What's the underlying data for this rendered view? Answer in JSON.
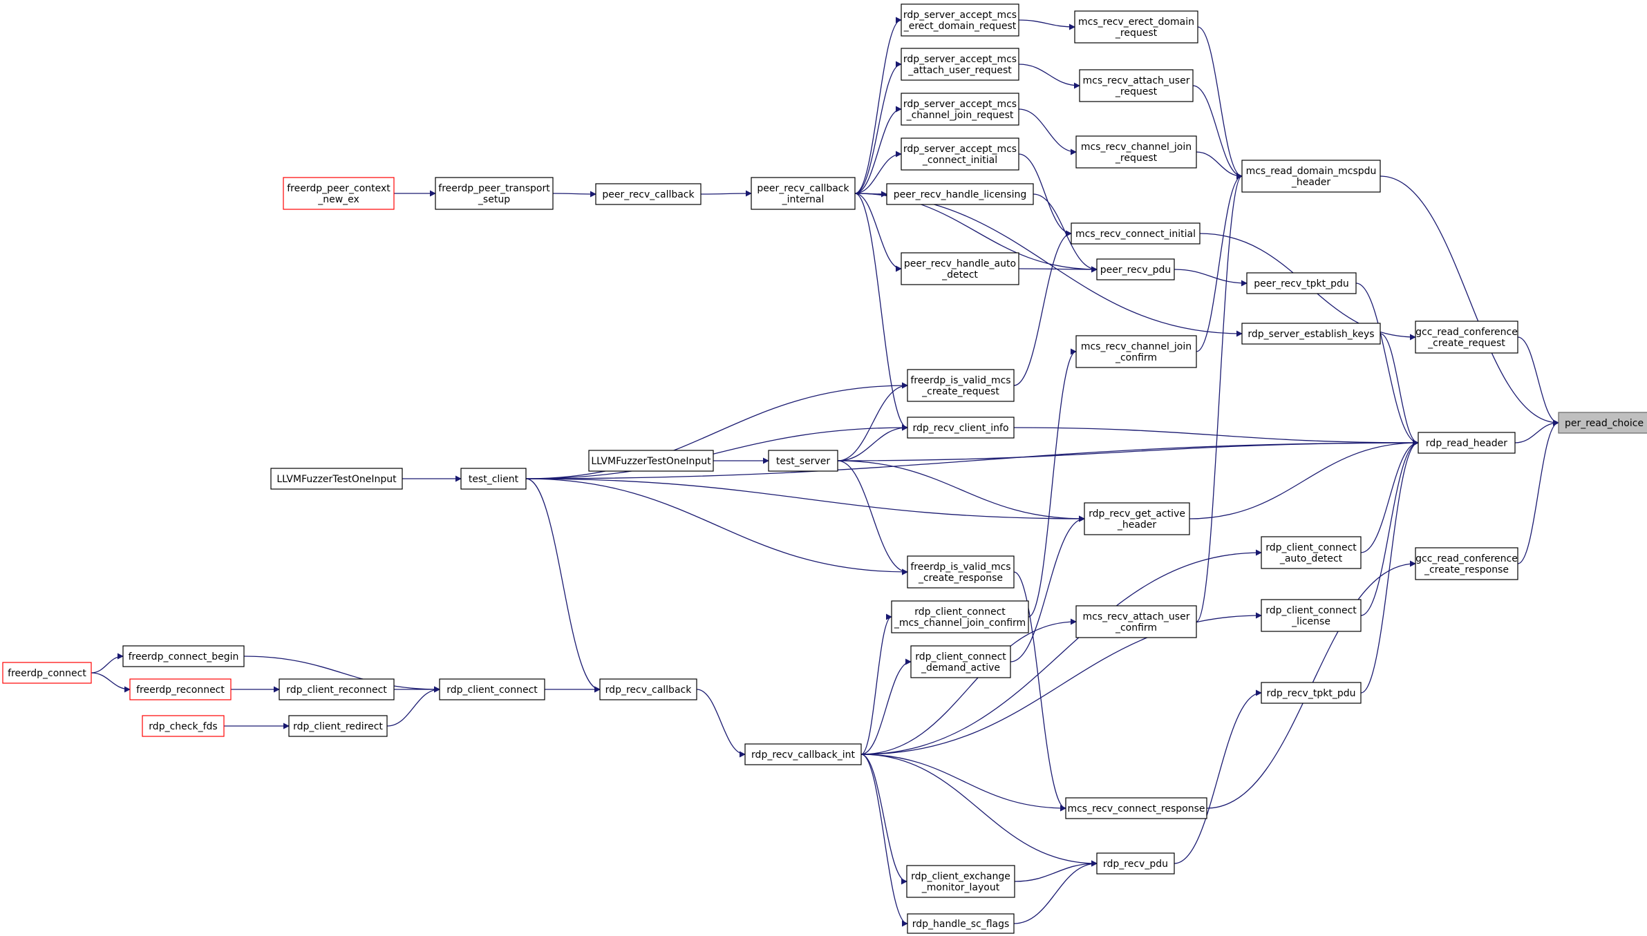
{
  "root": "per_read_choice",
  "colors": {
    "edge": "#191970",
    "node_border": "#000000",
    "truncated_border": "#ff0000",
    "root_fill": "#bfbfbf"
  },
  "nodes": [
    {
      "id": "per_read_choice",
      "lines": [
        "per_read_choice"
      ],
      "root": true
    },
    {
      "id": "rdp_read_header",
      "lines": [
        "rdp_read_header"
      ]
    },
    {
      "id": "gcc_read_conference_create_request",
      "lines": [
        "gcc_read_conference",
        "_create_request"
      ]
    },
    {
      "id": "gcc_read_conference_create_response",
      "lines": [
        "gcc_read_conference",
        "_create_response"
      ]
    },
    {
      "id": "mcs_read_domain_mcspdu_header",
      "lines": [
        "mcs_read_domain_mcspdu",
        "_header"
      ]
    },
    {
      "id": "mcs_recv_erect_domain_request",
      "lines": [
        "mcs_recv_erect_domain",
        "_request"
      ]
    },
    {
      "id": "mcs_recv_attach_user_request",
      "lines": [
        "mcs_recv_attach_user",
        "_request"
      ]
    },
    {
      "id": "mcs_recv_channel_join_request",
      "lines": [
        "mcs_recv_channel_join",
        "_request"
      ]
    },
    {
      "id": "mcs_recv_connect_initial",
      "lines": [
        "mcs_recv_connect_initial"
      ]
    },
    {
      "id": "peer_recv_pdu",
      "lines": [
        "peer_recv_pdu"
      ]
    },
    {
      "id": "peer_recv_tpkt_pdu",
      "lines": [
        "peer_recv_tpkt_pdu"
      ]
    },
    {
      "id": "rdp_server_establish_keys",
      "lines": [
        "rdp_server_establish_keys"
      ]
    },
    {
      "id": "mcs_recv_channel_join_confirm",
      "lines": [
        "mcs_recv_channel_join",
        "_confirm"
      ]
    },
    {
      "id": "rdp_recv_client_info",
      "lines": [
        "rdp_recv_client_info"
      ]
    },
    {
      "id": "rdp_recv_get_active_header",
      "lines": [
        "rdp_recv_get_active",
        "_header"
      ]
    },
    {
      "id": "rdp_client_connect_auto_detect",
      "lines": [
        "rdp_client_connect",
        "_auto_detect"
      ]
    },
    {
      "id": "rdp_client_connect_license",
      "lines": [
        "rdp_client_connect",
        "_license"
      ]
    },
    {
      "id": "rdp_recv_tpkt_pdu",
      "lines": [
        "rdp_recv_tpkt_pdu"
      ]
    },
    {
      "id": "mcs_recv_attach_user_confirm",
      "lines": [
        "mcs_recv_attach_user",
        "_confirm"
      ]
    },
    {
      "id": "mcs_recv_connect_response",
      "lines": [
        "mcs_recv_connect_response"
      ]
    },
    {
      "id": "rdp_recv_pdu",
      "lines": [
        "rdp_recv_pdu"
      ]
    },
    {
      "id": "rdp_server_accept_mcs_erect_domain_request",
      "lines": [
        "rdp_server_accept_mcs",
        "_erect_domain_request"
      ]
    },
    {
      "id": "rdp_server_accept_mcs_attach_user_request",
      "lines": [
        "rdp_server_accept_mcs",
        "_attach_user_request"
      ]
    },
    {
      "id": "rdp_server_accept_mcs_channel_join_request",
      "lines": [
        "rdp_server_accept_mcs",
        "_channel_join_request"
      ]
    },
    {
      "id": "rdp_server_accept_mcs_connect_initial",
      "lines": [
        "rdp_server_accept_mcs",
        "_connect_initial"
      ]
    },
    {
      "id": "peer_recv_handle_licensing",
      "lines": [
        "peer_recv_handle_licensing"
      ]
    },
    {
      "id": "peer_recv_handle_auto_detect",
      "lines": [
        "peer_recv_handle_auto",
        "_detect"
      ]
    },
    {
      "id": "freerdp_is_valid_mcs_create_request",
      "lines": [
        "freerdp_is_valid_mcs",
        "_create_request"
      ]
    },
    {
      "id": "freerdp_is_valid_mcs_create_response",
      "lines": [
        "freerdp_is_valid_mcs",
        "_create_response"
      ]
    },
    {
      "id": "rdp_client_connect_mcs_channel_join_confirm",
      "lines": [
        "rdp_client_connect",
        "_mcs_channel_join_confirm"
      ]
    },
    {
      "id": "rdp_client_connect_demand_active",
      "lines": [
        "rdp_client_connect",
        "_demand_active"
      ]
    },
    {
      "id": "rdp_client_exchange_monitor_layout",
      "lines": [
        "rdp_client_exchange",
        "_monitor_layout"
      ]
    },
    {
      "id": "rdp_handle_sc_flags",
      "lines": [
        "rdp_handle_sc_flags"
      ]
    },
    {
      "id": "peer_recv_callback_internal",
      "lines": [
        "peer_recv_callback",
        "_internal"
      ]
    },
    {
      "id": "test_server",
      "lines": [
        "test_server"
      ]
    },
    {
      "id": "rdp_recv_callback_int",
      "lines": [
        "rdp_recv_callback_int"
      ]
    },
    {
      "id": "peer_recv_callback",
      "lines": [
        "peer_recv_callback"
      ]
    },
    {
      "id": "LLVMFuzzerTestOneInput_server",
      "lines": [
        "LLVMFuzzerTestOneInput"
      ]
    },
    {
      "id": "test_client",
      "lines": [
        "test_client"
      ]
    },
    {
      "id": "rdp_recv_callback",
      "lines": [
        "rdp_recv_callback"
      ]
    },
    {
      "id": "freerdp_peer_transport_setup",
      "lines": [
        "freerdp_peer_transport",
        "_setup"
      ]
    },
    {
      "id": "LLVMFuzzerTestOneInput_client",
      "lines": [
        "LLVMFuzzerTestOneInput"
      ]
    },
    {
      "id": "rdp_client_connect",
      "lines": [
        "rdp_client_connect"
      ]
    },
    {
      "id": "freerdp_peer_context_new_ex",
      "lines": [
        "freerdp_peer_context",
        "_new_ex"
      ],
      "truncated": true
    },
    {
      "id": "freerdp_connect_begin",
      "lines": [
        "freerdp_connect_begin"
      ]
    },
    {
      "id": "rdp_client_reconnect",
      "lines": [
        "rdp_client_reconnect"
      ]
    },
    {
      "id": "rdp_client_redirect",
      "lines": [
        "rdp_client_redirect"
      ]
    },
    {
      "id": "freerdp_reconnect",
      "lines": [
        "freerdp_reconnect"
      ],
      "truncated": true
    },
    {
      "id": "rdp_check_fds",
      "lines": [
        "rdp_check_fds"
      ],
      "truncated": true
    },
    {
      "id": "freerdp_connect",
      "lines": [
        "freerdp_connect"
      ],
      "truncated": true
    }
  ],
  "edges": [
    [
      "rdp_read_header",
      "per_read_choice"
    ],
    [
      "gcc_read_conference_create_request",
      "per_read_choice"
    ],
    [
      "gcc_read_conference_create_response",
      "per_read_choice"
    ],
    [
      "mcs_read_domain_mcspdu_header",
      "per_read_choice"
    ],
    [
      "mcs_recv_erect_domain_request",
      "mcs_read_domain_mcspdu_header"
    ],
    [
      "mcs_recv_attach_user_request",
      "mcs_read_domain_mcspdu_header"
    ],
    [
      "mcs_recv_channel_join_request",
      "mcs_read_domain_mcspdu_header"
    ],
    [
      "mcs_recv_channel_join_confirm",
      "mcs_read_domain_mcspdu_header"
    ],
    [
      "mcs_recv_attach_user_confirm",
      "mcs_read_domain_mcspdu_header"
    ],
    [
      "mcs_recv_connect_initial",
      "gcc_read_conference_create_request"
    ],
    [
      "mcs_recv_connect_response",
      "gcc_read_conference_create_response"
    ],
    [
      "peer_recv_tpkt_pdu",
      "rdp_read_header"
    ],
    [
      "rdp_server_establish_keys",
      "rdp_read_header"
    ],
    [
      "rdp_recv_client_info",
      "rdp_read_header"
    ],
    [
      "rdp_recv_get_active_header",
      "rdp_read_header"
    ],
    [
      "rdp_client_connect_auto_detect",
      "rdp_read_header"
    ],
    [
      "rdp_client_connect_license",
      "rdp_read_header"
    ],
    [
      "rdp_recv_tpkt_pdu",
      "rdp_read_header"
    ],
    [
      "test_client",
      "rdp_read_header"
    ],
    [
      "test_server",
      "rdp_read_header"
    ],
    [
      "peer_recv_pdu",
      "peer_recv_tpkt_pdu"
    ],
    [
      "rdp_recv_pdu",
      "rdp_recv_tpkt_pdu"
    ],
    [
      "rdp_server_accept_mcs_erect_domain_request",
      "mcs_recv_erect_domain_request"
    ],
    [
      "rdp_server_accept_mcs_attach_user_request",
      "mcs_recv_attach_user_request"
    ],
    [
      "rdp_server_accept_mcs_channel_join_request",
      "mcs_recv_channel_join_request"
    ],
    [
      "rdp_server_accept_mcs_connect_initial",
      "mcs_recv_connect_initial"
    ],
    [
      "freerdp_is_valid_mcs_create_request",
      "mcs_recv_connect_initial"
    ],
    [
      "peer_recv_handle_licensing",
      "peer_recv_pdu"
    ],
    [
      "peer_recv_handle_auto_detect",
      "peer_recv_pdu"
    ],
    [
      "peer_recv_callback_internal",
      "peer_recv_pdu"
    ],
    [
      "peer_recv_callback_internal",
      "rdp_server_establish_keys"
    ],
    [
      "rdp_client_connect_mcs_channel_join_confirm",
      "mcs_recv_channel_join_confirm"
    ],
    [
      "freerdp_is_valid_mcs_create_response",
      "mcs_recv_connect_response"
    ],
    [
      "rdp_recv_callback_int",
      "mcs_recv_connect_response"
    ],
    [
      "rdp_recv_callback_int",
      "mcs_recv_attach_user_confirm"
    ],
    [
      "rdp_recv_callback_int",
      "rdp_client_connect_auto_detect"
    ],
    [
      "rdp_recv_callback_int",
      "rdp_client_connect_license"
    ],
    [
      "rdp_recv_callback_int",
      "rdp_recv_pdu"
    ],
    [
      "rdp_recv_callback_int",
      "rdp_client_connect_mcs_channel_join_confirm"
    ],
    [
      "rdp_recv_callback_int",
      "rdp_client_connect_demand_active"
    ],
    [
      "rdp_recv_callback_int",
      "rdp_client_exchange_monitor_layout"
    ],
    [
      "rdp_recv_callback_int",
      "rdp_handle_sc_flags"
    ],
    [
      "rdp_client_connect_demand_active",
      "rdp_recv_get_active_header"
    ],
    [
      "test_client",
      "rdp_recv_get_active_header"
    ],
    [
      "test_server",
      "rdp_recv_get_active_header"
    ],
    [
      "test_client",
      "rdp_recv_client_info"
    ],
    [
      "test_server",
      "rdp_recv_client_info"
    ],
    [
      "peer_recv_callback_internal",
      "rdp_recv_client_info"
    ],
    [
      "test_client",
      "freerdp_is_valid_mcs_create_request"
    ],
    [
      "test_server",
      "freerdp_is_valid_mcs_create_request"
    ],
    [
      "test_client",
      "freerdp_is_valid_mcs_create_response"
    ],
    [
      "test_server",
      "freerdp_is_valid_mcs_create_response"
    ],
    [
      "rdp_client_exchange_monitor_layout",
      "rdp_recv_pdu"
    ],
    [
      "rdp_handle_sc_flags",
      "rdp_recv_pdu"
    ],
    [
      "peer_recv_callback_internal",
      "rdp_server_accept_mcs_erect_domain_request"
    ],
    [
      "peer_recv_callback_internal",
      "rdp_server_accept_mcs_attach_user_request"
    ],
    [
      "peer_recv_callback_internal",
      "rdp_server_accept_mcs_channel_join_request"
    ],
    [
      "peer_recv_callback_internal",
      "rdp_server_accept_mcs_connect_initial"
    ],
    [
      "peer_recv_callback_internal",
      "peer_recv_handle_licensing"
    ],
    [
      "peer_recv_callback_internal",
      "peer_recv_handle_auto_detect"
    ],
    [
      "peer_recv_callback",
      "peer_recv_callback_internal"
    ],
    [
      "freerdp_peer_transport_setup",
      "peer_recv_callback"
    ],
    [
      "freerdp_peer_context_new_ex",
      "freerdp_peer_transport_setup"
    ],
    [
      "LLVMFuzzerTestOneInput_server",
      "test_server"
    ],
    [
      "LLVMFuzzerTestOneInput_client",
      "test_client"
    ],
    [
      "test_client",
      "rdp_recv_callback"
    ],
    [
      "rdp_recv_callback",
      "rdp_recv_callback_int"
    ],
    [
      "rdp_client_connect",
      "rdp_recv_callback"
    ],
    [
      "freerdp_connect_begin",
      "rdp_client_connect"
    ],
    [
      "rdp_client_reconnect",
      "rdp_client_connect"
    ],
    [
      "rdp_client_redirect",
      "rdp_client_connect"
    ],
    [
      "freerdp_connect",
      "freerdp_connect_begin"
    ],
    [
      "freerdp_connect",
      "freerdp_reconnect"
    ],
    [
      "freerdp_reconnect",
      "rdp_client_reconnect"
    ],
    [
      "rdp_check_fds",
      "rdp_client_redirect"
    ]
  ]
}
